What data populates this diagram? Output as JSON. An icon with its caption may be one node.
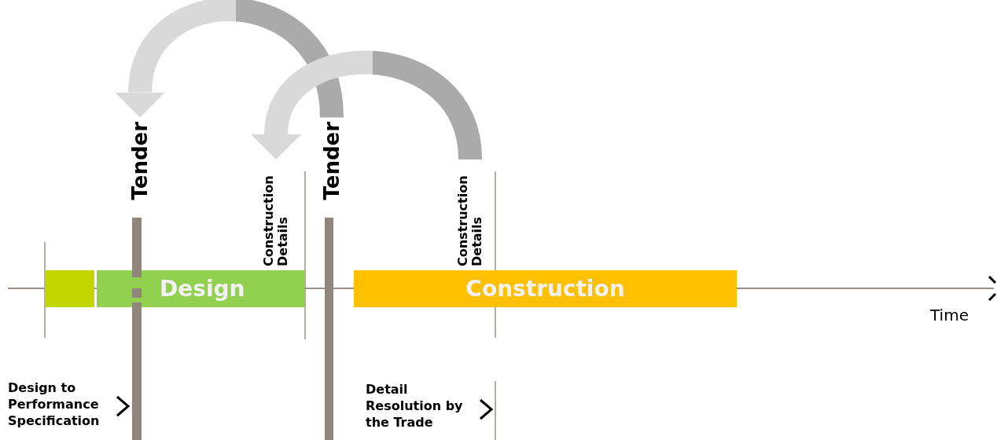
{
  "diagram": {
    "nodes": [
      {
        "text": [],
        "shape": "box"
      },
      {
        "text": [
          "Design"
        ]
      },
      {
        "text": [
          "Construction"
        ]
      },
      {
        "text": [
          "Tender"
        ]
      },
      {
        "text": [
          "Construction Details"
        ]
      },
      {
        "text": [
          "Tender"
        ]
      },
      {
        "text": [
          "Construction Details"
        ]
      }
    ],
    "edges": [
      {
        "from": 5,
        "to": 3,
        "arrow": "to",
        "style": "thick"
      },
      {
        "from": 6,
        "to": 4,
        "arrow": "to",
        "style": "thick"
      }
    ],
    "labels": [
      "Time",
      "Design to Performance Specification",
      "Detail Resolution by the Trade"
    ]
  }
}
